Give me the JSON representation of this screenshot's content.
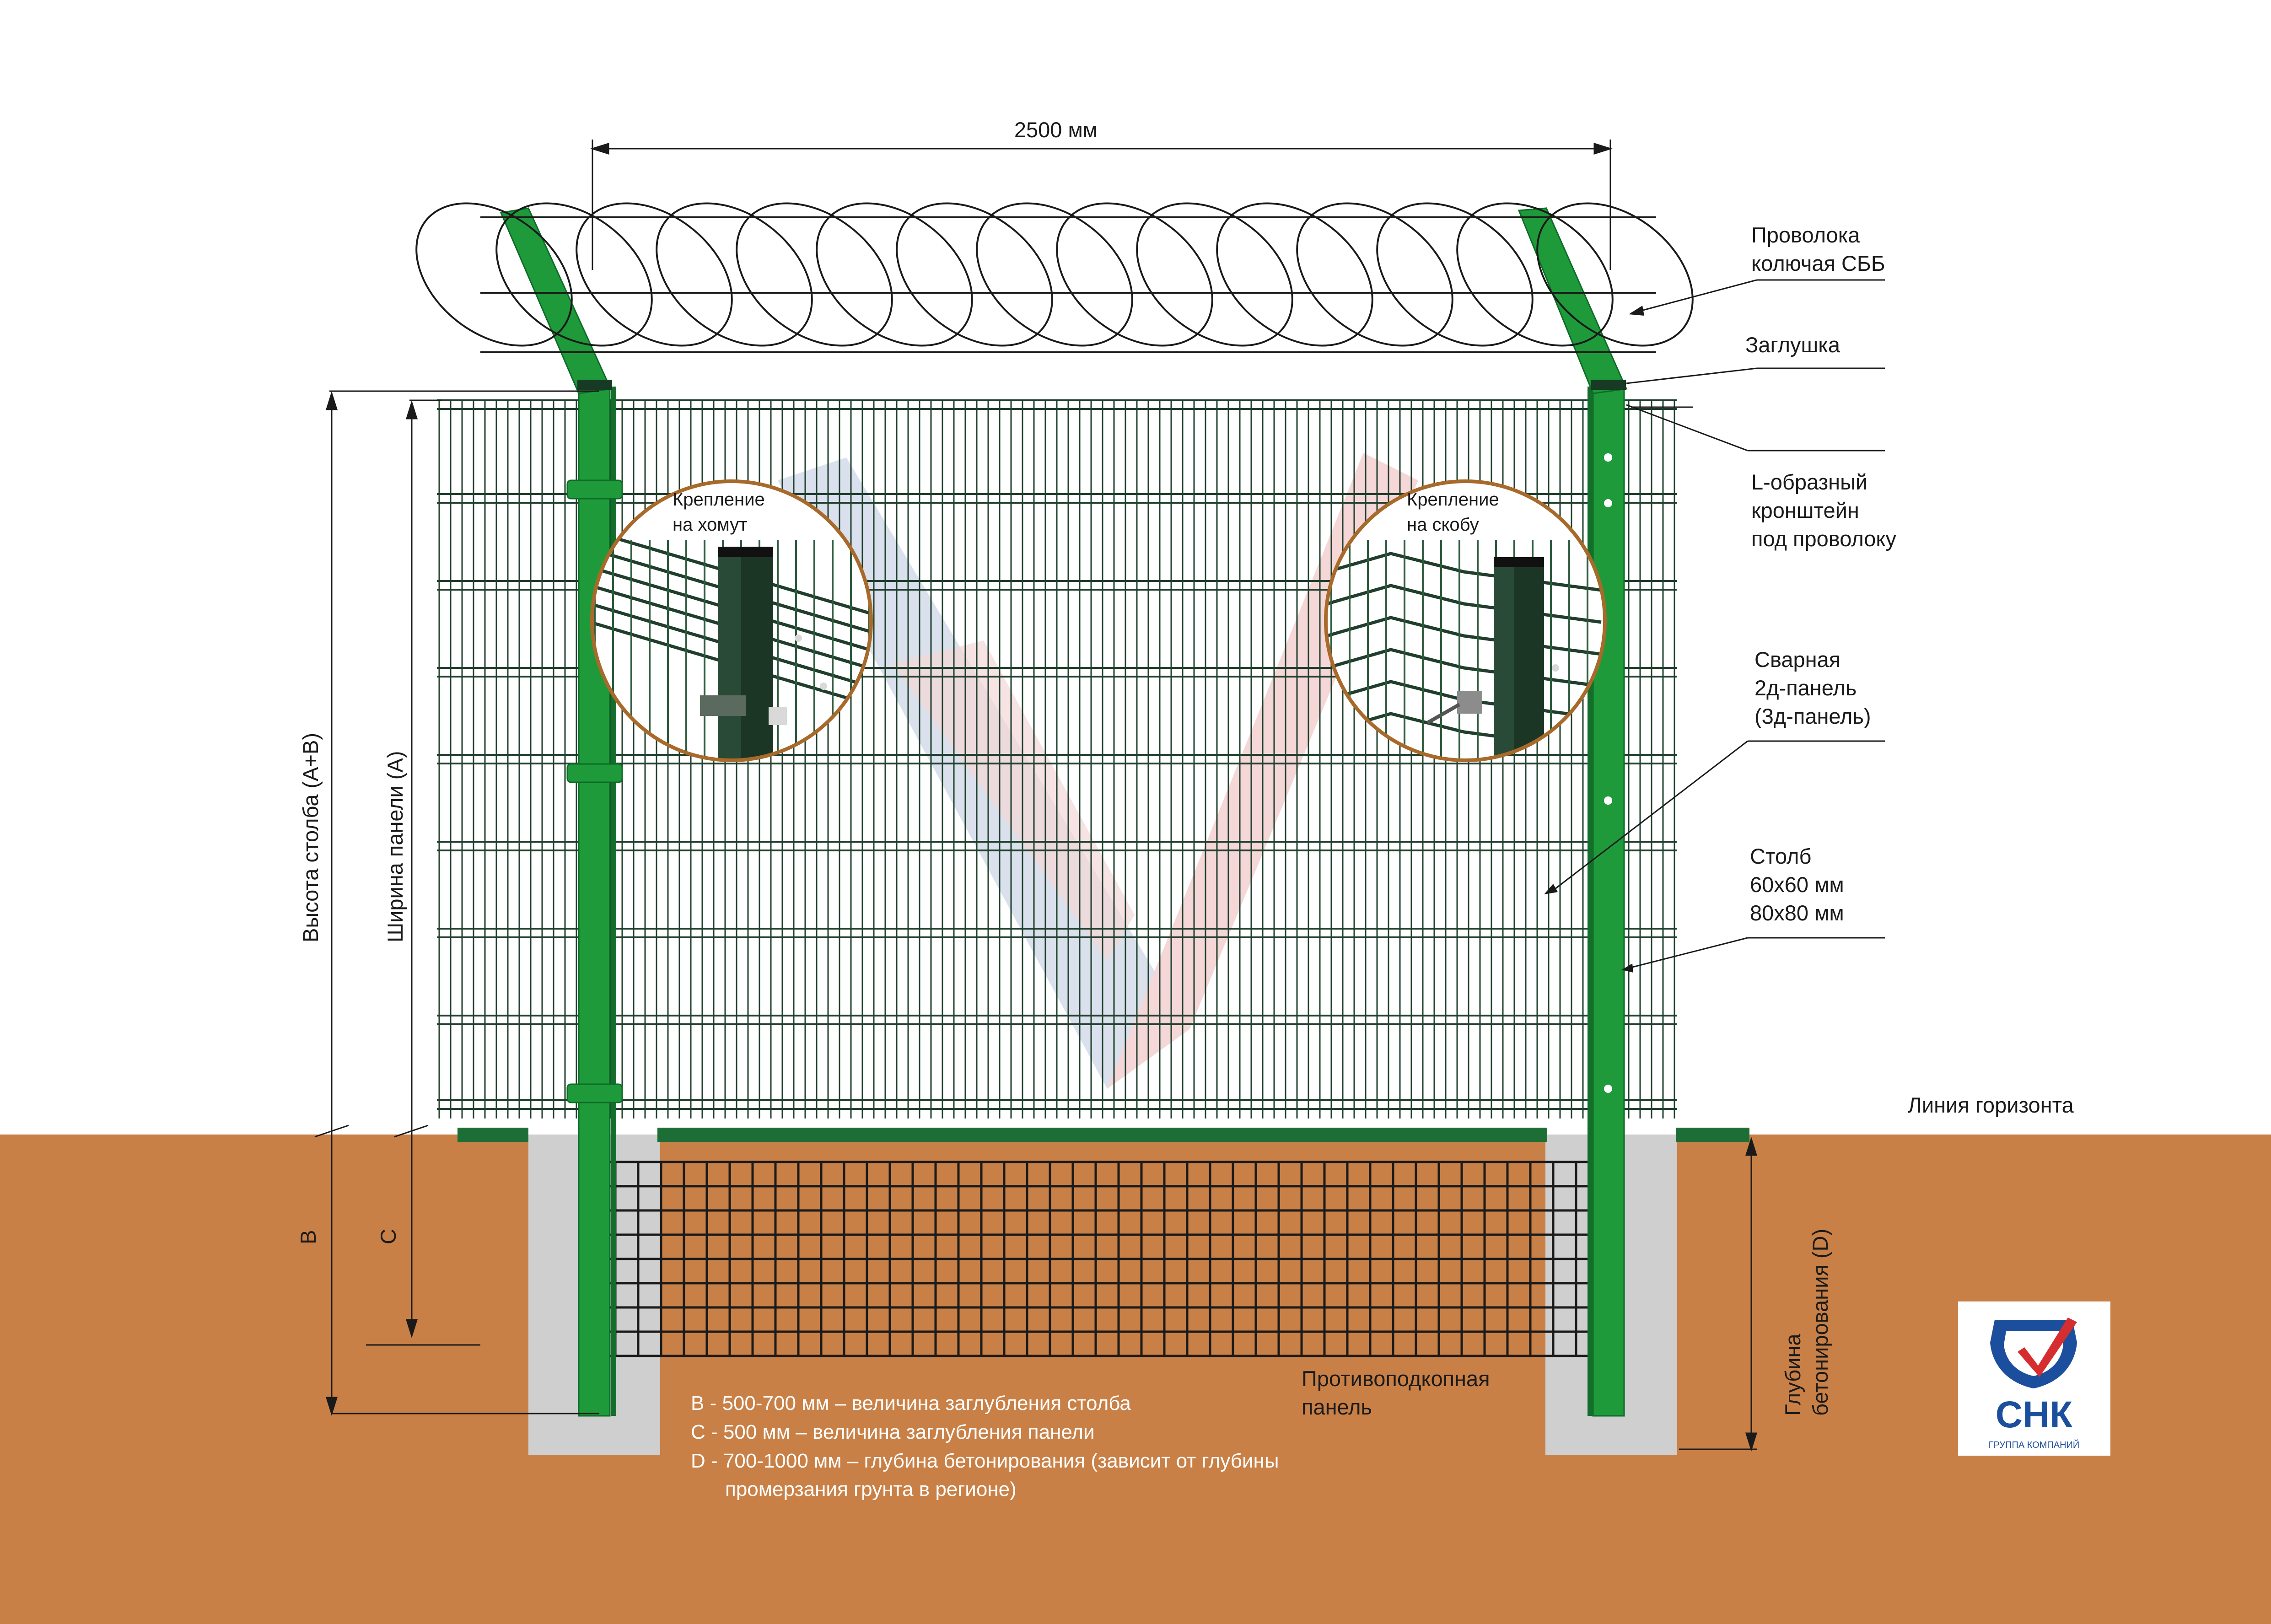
{
  "colors": {
    "soil": "#C98046",
    "concrete": "#CFCFCF",
    "post_green": "#1E9A3B",
    "mesh_dark": "#1F3F2C",
    "grass_strip": "#1D6E36",
    "watermark_blue": "#D6DDEB",
    "watermark_red": "#F4D3D3",
    "logo_blue": "#1C4E9E",
    "logo_red": "#D62E2E"
  },
  "dimensions": {
    "width": "2500 мм",
    "post_height": "Высота столба (A+B)",
    "panel_width": "Ширина панели (A)",
    "b": "B",
    "c": "C",
    "concrete_depth": [
      "Глубина",
      "бетонирования (D)"
    ]
  },
  "callouts": {
    "barbed_wire": [
      "Проволока",
      "колючая СББ"
    ],
    "cap": "Заглушка",
    "bracket": [
      "L-образный",
      "кронштейн",
      "под проволоку"
    ],
    "panel": [
      "Сварная",
      "2д-панель",
      "(3д-панель)"
    ],
    "post": [
      "Столб",
      "60х60 мм",
      "80х80 мм"
    ],
    "horizon": "Линия горизонта",
    "anti_dig": [
      "Противоподкопная",
      "панель"
    ]
  },
  "insets": {
    "clamp": [
      "Крепление",
      "на хомут"
    ],
    "bracket": [
      "Крепление",
      "на скобу"
    ]
  },
  "legend": {
    "b": "B - 500-700 мм – величина заглубления столба",
    "c": "C - 500 мм – величина заглубления панели",
    "d": "D - 700-1000 мм – глубина бетонирования (зависит от глубины",
    "d_cont": "промерзания грунта в регионе)"
  },
  "logo": {
    "name": "СНК",
    "tagline": "ГРУППА КОМПАНИЙ"
  }
}
